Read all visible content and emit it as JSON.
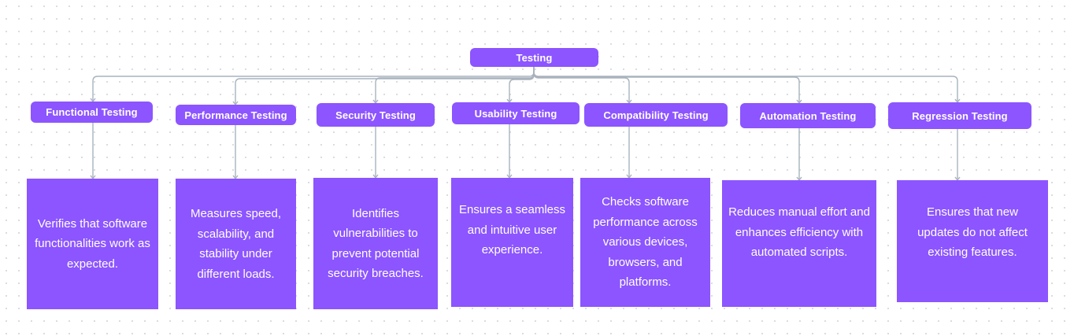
{
  "diagram": {
    "root": {
      "label": "Testing"
    },
    "branches": [
      {
        "label": "Functional Testing",
        "description": "Verifies that software functionalities work as expected."
      },
      {
        "label": "Performance Testing",
        "description": "Measures speed, scalability, and stability under different loads."
      },
      {
        "label": "Security Testing",
        "description": "Identifies vulnerabilities to prevent potential security breaches."
      },
      {
        "label": "Usability Testing",
        "description": "Ensures a seamless and intuitive user experience."
      },
      {
        "label": "Compatibility Testing",
        "description": "Checks software performance across various devices, browsers, and platforms."
      },
      {
        "label": "Automation Testing",
        "description": "Reduces manual effort and enhances efficiency with automated scripts."
      },
      {
        "label": "Regression Testing",
        "description": "Ensures that new updates do not affect existing features."
      }
    ]
  },
  "colors": {
    "node_fill": "#8c55ff",
    "node_text": "#ffffff",
    "connector": "#a9b3bd",
    "background_dots": "#d9d9dd"
  }
}
